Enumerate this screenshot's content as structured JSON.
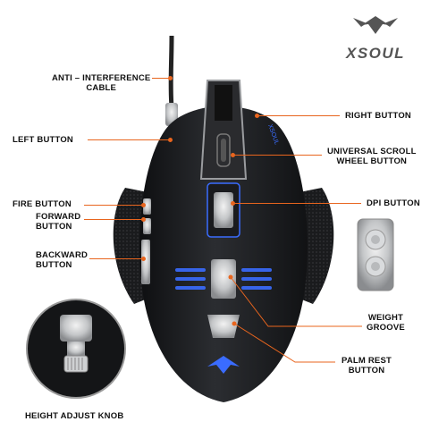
{
  "brand": {
    "name": "XSOUL",
    "mouse_logo_text": "XSOUL"
  },
  "labels": {
    "anti_interference_line1": "ANTI – INTERFERENCE",
    "anti_interference_line2": "CABLE",
    "left_button": "LEFT BUTTON",
    "right_button": "RIGHT BUTTON",
    "scroll_line1": "UNIVERSAL SCROLL",
    "scroll_line2": "WHEEL BUTTON",
    "fire_button": "FIRE BUTTON",
    "forward_line1": "FORWARD",
    "forward_line2": "BUTTON",
    "dpi_button": "DPI BUTTON",
    "backward_line1": "BACKWARD",
    "backward_line2": "BUTTON",
    "weight_line1": "WEIGHT",
    "weight_line2": "GROOVE",
    "palm_line1": "PALM REST",
    "palm_line2": "BUTTON",
    "height_knob": "HEIGHT ADJUST KNOB"
  },
  "colors": {
    "accent": "#e8651e",
    "mouse_body": "#1b1c1f",
    "metal": "#c9cbcd",
    "led_blue": "#3a6cff"
  }
}
